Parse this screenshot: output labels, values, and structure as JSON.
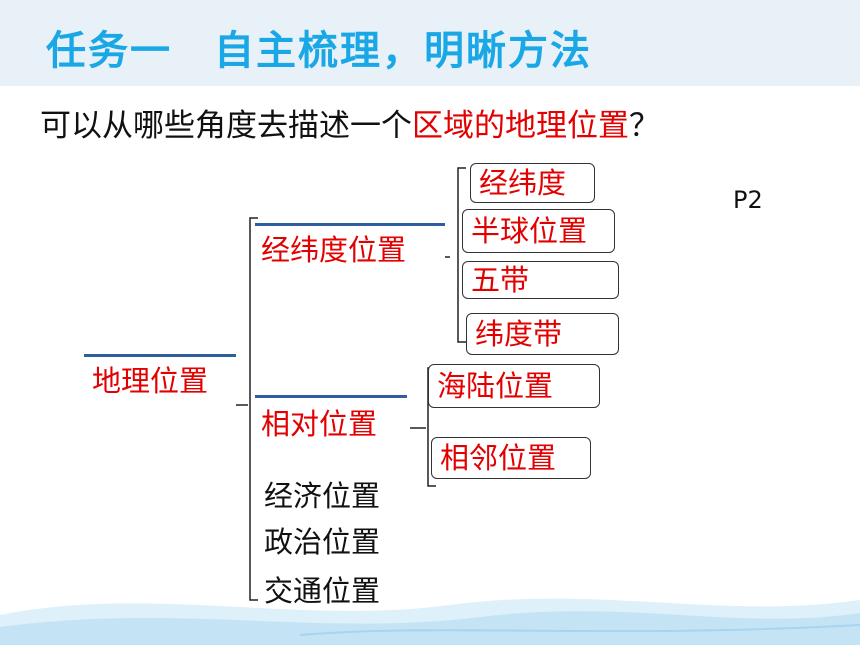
{
  "header": {
    "title": "任务一　自主梳理，明晰方法"
  },
  "question": {
    "prefix": "可以从哪些角度去描述一个",
    "highlight": "区域的地理位置",
    "suffix": "？"
  },
  "page_ref": "P2",
  "tree": {
    "root": "地理位置",
    "branch_latlon": "经纬度位置",
    "latlon_children": [
      "经纬度",
      "半球位置",
      "五带",
      "纬度带"
    ],
    "branch_relative": "相对位置",
    "relative_children": [
      "海陆位置",
      "相邻位置"
    ],
    "other_branches": [
      "经济位置",
      "政治位置",
      "交通位置"
    ]
  }
}
